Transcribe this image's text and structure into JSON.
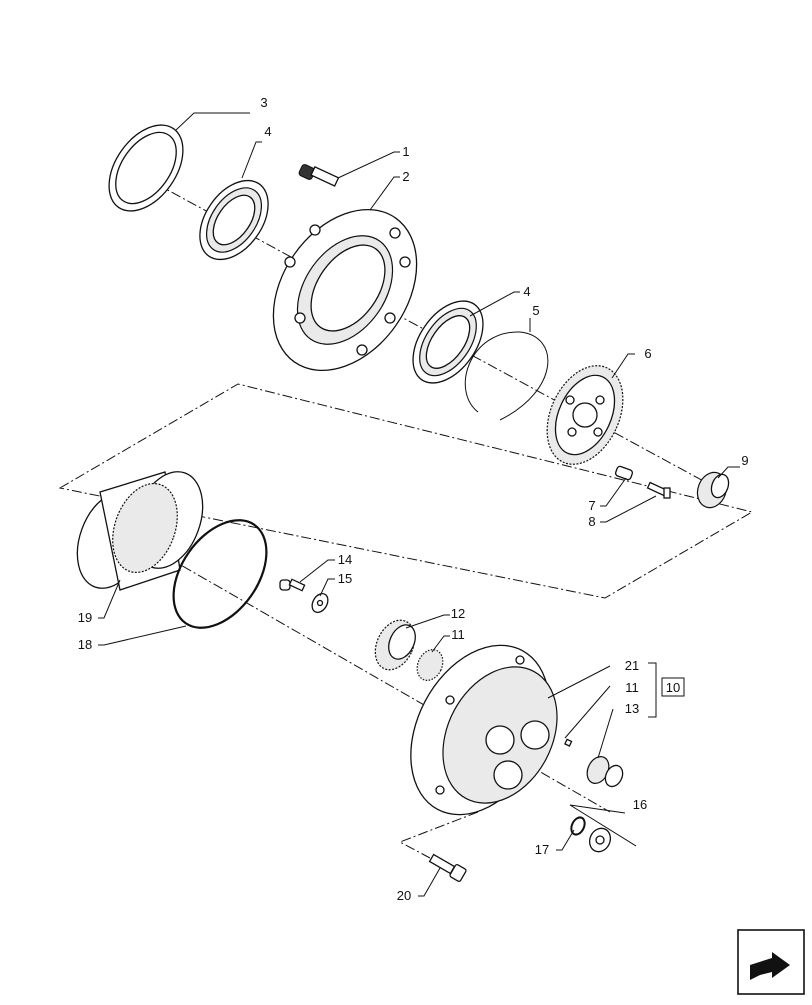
{
  "callouts": [
    {
      "id": "c1",
      "text": "1"
    },
    {
      "id": "c2",
      "text": "2"
    },
    {
      "id": "c3",
      "text": "3"
    },
    {
      "id": "c4a",
      "text": "4"
    },
    {
      "id": "c4b",
      "text": "4"
    },
    {
      "id": "c5",
      "text": "5"
    },
    {
      "id": "c6",
      "text": "6"
    },
    {
      "id": "c7",
      "text": "7"
    },
    {
      "id": "c8",
      "text": "8"
    },
    {
      "id": "c9",
      "text": "9"
    },
    {
      "id": "c10",
      "text": "10"
    },
    {
      "id": "c11a",
      "text": "11"
    },
    {
      "id": "c11b",
      "text": "11"
    },
    {
      "id": "c12",
      "text": "12"
    },
    {
      "id": "c13",
      "text": "13"
    },
    {
      "id": "c14",
      "text": "14"
    },
    {
      "id": "c15",
      "text": "15"
    },
    {
      "id": "c16",
      "text": "16"
    },
    {
      "id": "c17",
      "text": "17"
    },
    {
      "id": "c18",
      "text": "18"
    },
    {
      "id": "c19",
      "text": "19"
    },
    {
      "id": "c20",
      "text": "20"
    },
    {
      "id": "c21",
      "text": "21"
    }
  ],
  "nav": {
    "icon": "next-page-arrow-icon"
  }
}
